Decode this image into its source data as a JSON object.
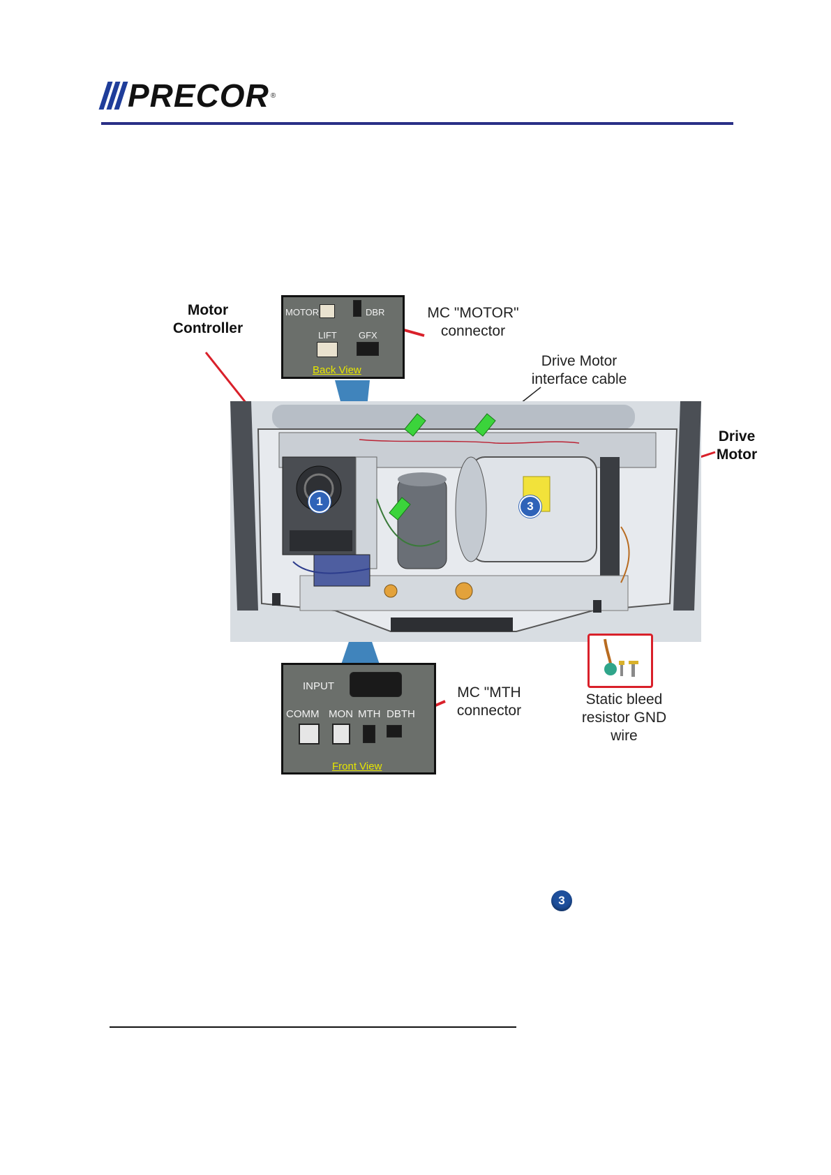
{
  "header": {
    "logo_text": "PRECOR",
    "logo_reg": "®"
  },
  "figure": {
    "labels": {
      "motor_controller": "Motor\nController",
      "mc_motor_connector": "MC \"MOTOR\"\nconnector",
      "drive_motor_cable": "Drive Motor\ninterface cable",
      "drive_motor": "Drive\nMotor",
      "mc_mth_connector": "MC \"MTH\nconnector",
      "static_bleed": "Static bleed\nresistor GND\nwire"
    },
    "back_view": {
      "motor": "MOTOR",
      "dbr": "DBR",
      "lift": "LIFT",
      "gfx": "GFX",
      "caption": "Back View"
    },
    "front_view": {
      "input": "INPUT",
      "comm": "COMM",
      "mon": "MON",
      "mth": "MTH",
      "dbth": "DBTH",
      "caption": "Front View"
    },
    "badges": {
      "one": "1",
      "three": "3"
    }
  },
  "body": {
    "ref_badge": "3"
  },
  "colors": {
    "brand_blue": "#1f3d9a",
    "rule": "#2a2f86",
    "callout_red": "#d9202a",
    "badge_blue": "#2f63b8",
    "arrow_green": "#3bd43b",
    "view_caption": "#e6e600"
  }
}
